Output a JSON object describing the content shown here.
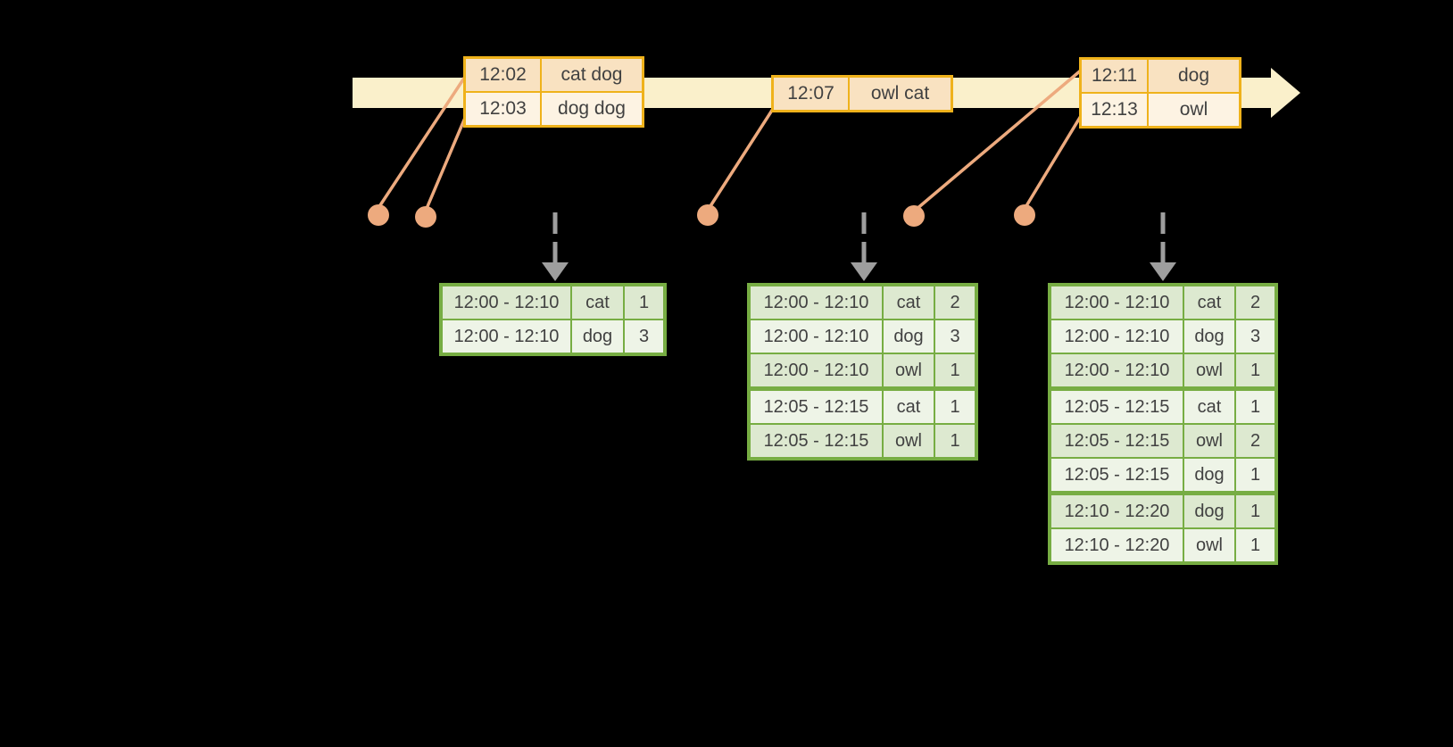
{
  "colors": {
    "background": "#000000",
    "timeline_band": "#FAF0CB",
    "event_table_border": "#EFB21B",
    "event_row_dark": "#F9E2C1",
    "event_row_light": "#FDF3E3",
    "marker_orange": "#EDAA7E",
    "trigger_arrow_gray": "#9E9E9E",
    "result_table_border": "#77AD43",
    "result_row_dark": "#DDE9D0",
    "result_row_light": "#EEF4E7",
    "text": "#414141"
  },
  "event_tables": [
    {
      "rows": [
        {
          "time": "12:02",
          "words": "cat dog"
        },
        {
          "time": "12:03",
          "words": "dog dog"
        }
      ]
    },
    {
      "rows": [
        {
          "time": "12:07",
          "words": "owl cat"
        }
      ]
    },
    {
      "rows": [
        {
          "time": "12:11",
          "words": "dog"
        },
        {
          "time": "12:13",
          "words": "owl"
        }
      ]
    }
  ],
  "result_tables": [
    {
      "rows": [
        [
          "12:00 - 12:10",
          "cat",
          "1"
        ],
        [
          "12:00 - 12:10",
          "dog",
          "3"
        ]
      ]
    },
    {
      "rows": [
        [
          "12:00 - 12:10",
          "cat",
          "2"
        ],
        [
          "12:00 - 12:10",
          "dog",
          "3"
        ],
        [
          "12:00 - 12:10",
          "owl",
          "1"
        ],
        [
          "12:05 - 12:15",
          "cat",
          "1"
        ],
        [
          "12:05 - 12:15",
          "owl",
          "1"
        ]
      ]
    },
    {
      "rows": [
        [
          "12:00 - 12:10",
          "cat",
          "2"
        ],
        [
          "12:00 - 12:10",
          "dog",
          "3"
        ],
        [
          "12:00 - 12:10",
          "owl",
          "1"
        ],
        [
          "12:05 - 12:15",
          "cat",
          "1"
        ],
        [
          "12:05 - 12:15",
          "owl",
          "2"
        ],
        [
          "12:05 - 12:15",
          "dog",
          "1"
        ],
        [
          "12:10 - 12:20",
          "dog",
          "1"
        ],
        [
          "12:10 - 12:20",
          "owl",
          "1"
        ]
      ]
    }
  ]
}
